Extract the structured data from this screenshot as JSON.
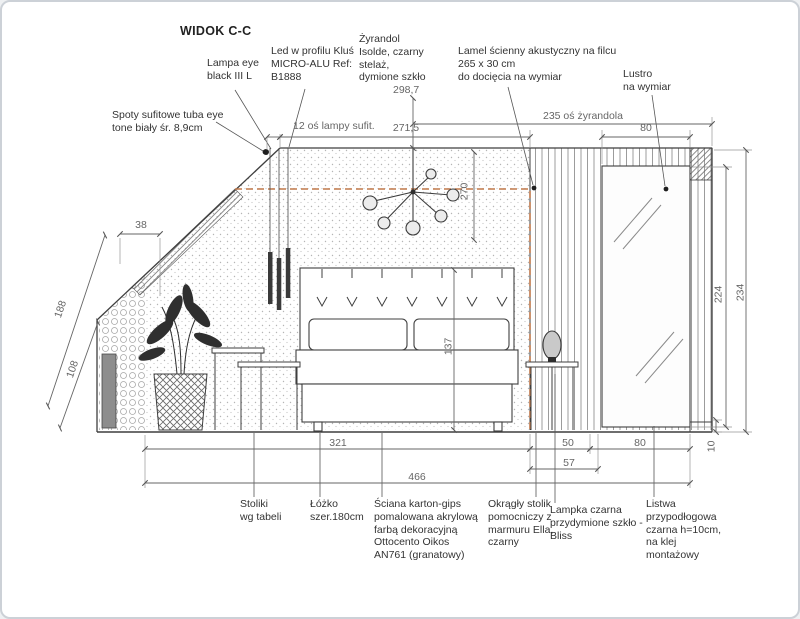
{
  "title": "WIDOK C-C",
  "colors": {
    "line": "#3f3f3f",
    "accent_dashed": "#c0784a",
    "dim": "#666666",
    "text": "#333333"
  },
  "callouts": {
    "spoty": "Spoty sufitowe tuba eye\ntone biały śr. 8,9cm",
    "lampa_eye": "Lampa eye\nblack III L",
    "led_profil": "Led w profilu Kluś\nMICRO-ALU Ref:\nB1888",
    "zyrandol": "Żyrandol\nIsolde, czarny\nstelaż,\ndymione szkło",
    "lamel": "Lamel ścienny akustyczny na filcu\n265 x 30 cm\ndo docięcia na wymiar",
    "lustro": "Lustro\nna wymiar",
    "stoliki": "Stoliki\nwg tabeli",
    "lozko": "Łóżko\nszer.180cm",
    "sciana": "Ściana karton-gips\npomalowana akrylową\nfarbą dekoracyjną\nOttocento Oikos\nAN761 (granatowy)",
    "okragly": "Okrągły stolik\npomocniczy z\nmarmuru Ella,\nczarny",
    "lampka": "Lampka czarna\nprzydymione szkło -\nBliss",
    "listwa": "Listwa\nprzypodłogowa\nczarna h=10cm,\nna klej\nmontażowy"
  },
  "dims": {
    "spot_axis": "12 oś lampy sufit.",
    "w271": "271,5",
    "h298": "298,7",
    "zyr_axis": "235 oś żyrandola",
    "top80": "80",
    "h270": "270",
    "w38": "38",
    "s188": "188",
    "s108": "108",
    "h137": "137",
    "h224": "224",
    "h234": "234",
    "w321": "321",
    "w50": "50",
    "bot80": "80",
    "w57": "57",
    "w466": "466",
    "h10": "10"
  }
}
